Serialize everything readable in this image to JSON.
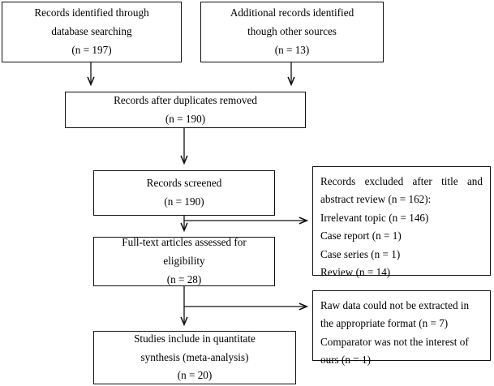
{
  "diagram": {
    "title": "PRISMA study selection flow diagram",
    "stroke_color": "#111111",
    "background_color": "#ffffff",
    "boxes": {
      "database_records": {
        "name": "records-identified-database",
        "lines": [
          "Records identified through",
          "database searching",
          "(n = 197)"
        ]
      },
      "other_records": {
        "name": "additional-records-other-sources",
        "lines": [
          "Additional records identified",
          "though other sources",
          "(n = 13)"
        ]
      },
      "duplicates_removed": {
        "name": "records-after-duplicates-removed",
        "lines": [
          "Records after duplicates removed",
          "(n = 190)"
        ]
      },
      "records_screened": {
        "name": "records-screened",
        "lines": [
          "Records screened",
          "(n = 190)"
        ]
      },
      "records_excluded": {
        "name": "records-excluded",
        "lines": [
          "Records excluded after title and",
          "abstract review (n = 162):",
          "Irrelevant topic (n = 146)",
          "Case report (n = 1)",
          "Case series (n = 1)",
          "Review (n = 14)"
        ]
      },
      "fulltext_assessed": {
        "name": "full-text-articles-assessed",
        "lines": [
          "Full-text articles assessed for",
          "eligibility",
          "(n = 28)"
        ]
      },
      "fulltext_excluded": {
        "name": "full-text-articles-excluded",
        "lines": [
          "Raw data could not be extracted in",
          "the appropriate format (n = 7)",
          "Comparator was not the interest of",
          "ours (n = 1)"
        ]
      },
      "studies_included": {
        "name": "studies-included-quantitative-synthesis",
        "lines": [
          "Studies include in quantitate",
          "synthesis (meta-analysis)",
          "(n = 20)"
        ]
      }
    },
    "connectors": [
      {
        "name": "arrow-database-to-duplicates",
        "type": "vertical-arrow"
      },
      {
        "name": "arrow-other-to-duplicates",
        "type": "vertical-arrow"
      },
      {
        "name": "arrow-duplicates-to-screened",
        "type": "vertical-arrow"
      },
      {
        "name": "arrow-screened-to-fulltext",
        "type": "vertical-arrow"
      },
      {
        "name": "arrow-screened-to-excluded",
        "type": "horizontal-arrow"
      },
      {
        "name": "arrow-fulltext-to-studies",
        "type": "vertical-arrow"
      },
      {
        "name": "arrow-fulltext-to-excluded",
        "type": "horizontal-arrow"
      }
    ]
  }
}
